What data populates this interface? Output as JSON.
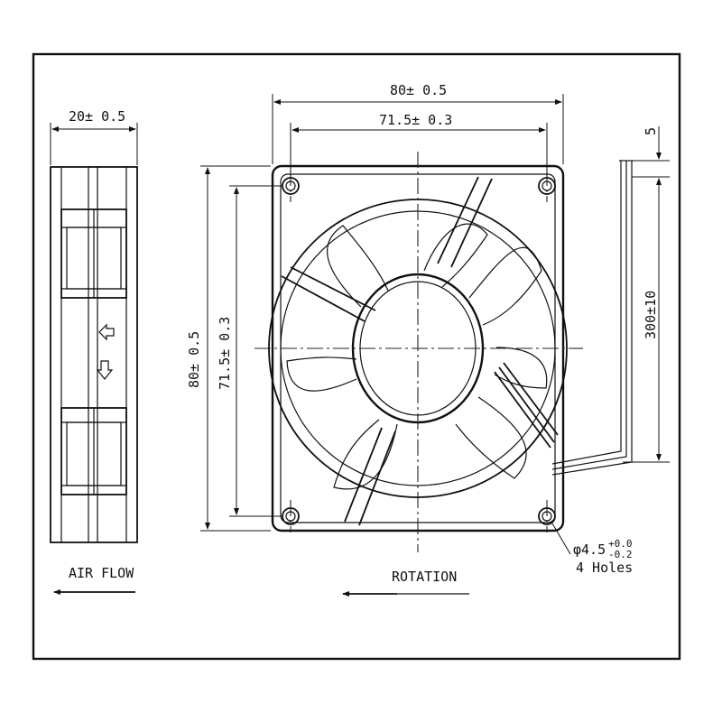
{
  "dimensions": {
    "side_width": "20± 0.5",
    "outer_width": "80± 0.5",
    "hole_spacing_width": "71.5± 0.3",
    "outer_height": "80± 0.5",
    "hole_spacing_height": "71.5± 0.3",
    "wire_length": "300±10",
    "wire_offset": "5"
  },
  "hole_spec": {
    "diameter": "φ4.5",
    "tol_upper": "+0.0",
    "tol_lower": "-0.2",
    "count": "4 Holes"
  },
  "labels": {
    "air_flow": "AIR FLOW",
    "rotation": "ROTATION"
  }
}
